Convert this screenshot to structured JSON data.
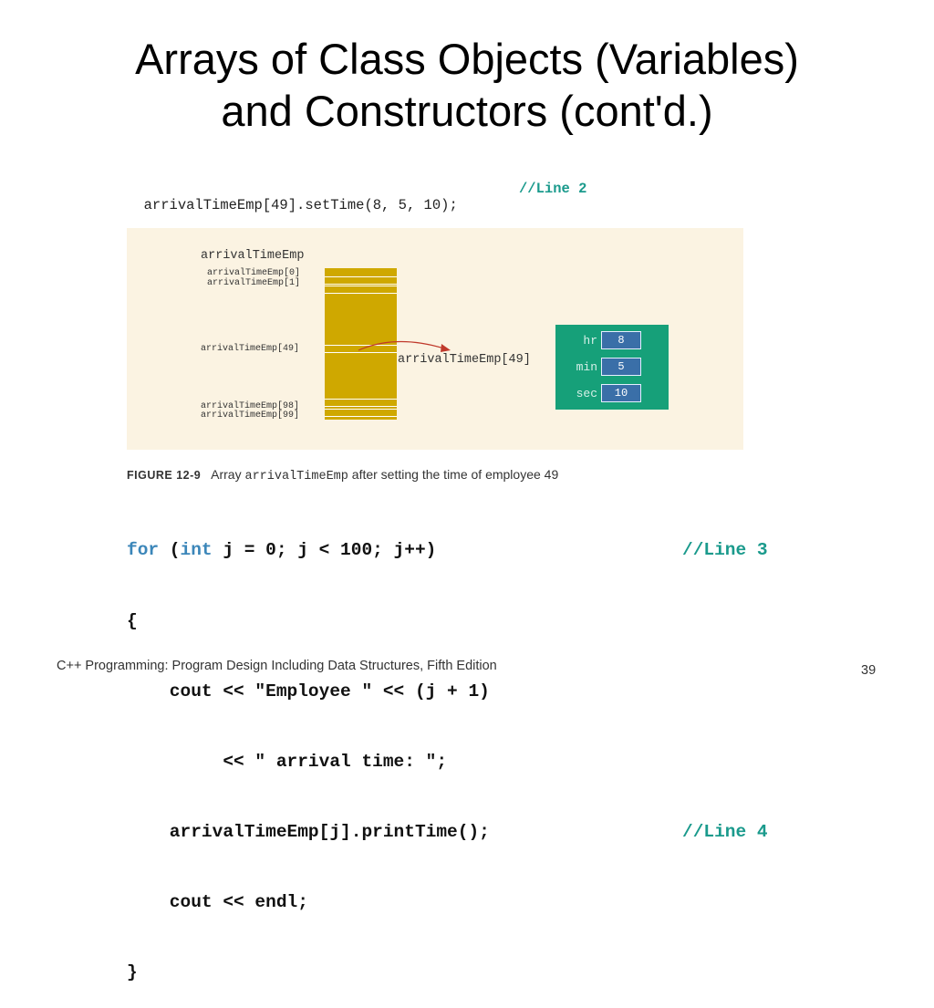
{
  "slide": {
    "title_line1": "Arrays of Class Objects (Variables)",
    "title_line2": "and Constructors (cont'd.)"
  },
  "top_code": {
    "statement": "arrivalTimeEmp[49].setTime(8, 5, 10);",
    "comment": "//Line 2"
  },
  "figure": {
    "array_name": "arrivalTimeEmp",
    "index_labels": [
      "arrivalTimeEmp[0]",
      "arrivalTimeEmp[1]",
      "arrivalTimeEmp[49]",
      "arrivalTimeEmp[98]",
      "arrivalTimeEmp[99]"
    ],
    "pointer_label": "arrivalTimeEmp[49]",
    "object_fields": [
      {
        "name": "hr",
        "value": "8"
      },
      {
        "name": "min",
        "value": "5"
      },
      {
        "name": "sec",
        "value": "10"
      }
    ],
    "colors": {
      "background": "#fbf3e2",
      "array": "#cfa800",
      "object": "#16a079",
      "value_box": "#3a6fa8",
      "arrow": "#c0392b"
    }
  },
  "caption": {
    "figure_number": "FIGURE 12-9",
    "text_before": "Array",
    "code_word": "arrivalTimeEmp",
    "text_after": "after setting the time of employee 49"
  },
  "code_block": {
    "line1": {
      "kw1": "for",
      "p1": " (",
      "kw2": "int",
      "rest": " j = 0; j < 100; j++)",
      "comment": "//Line 3"
    },
    "line2": "{",
    "line3": "    cout << \"Employee \" << (j + 1)",
    "line4": "         << \" arrival time: \";",
    "line5": {
      "text": "    arrivalTimeEmp[j].printTime();",
      "comment": "//Line 4"
    },
    "line6": "    cout << endl;",
    "line7": "}"
  },
  "footer": {
    "text": "C++ Programming: Program Design Including Data Structures, Fifth Edition",
    "page_number": "39"
  }
}
